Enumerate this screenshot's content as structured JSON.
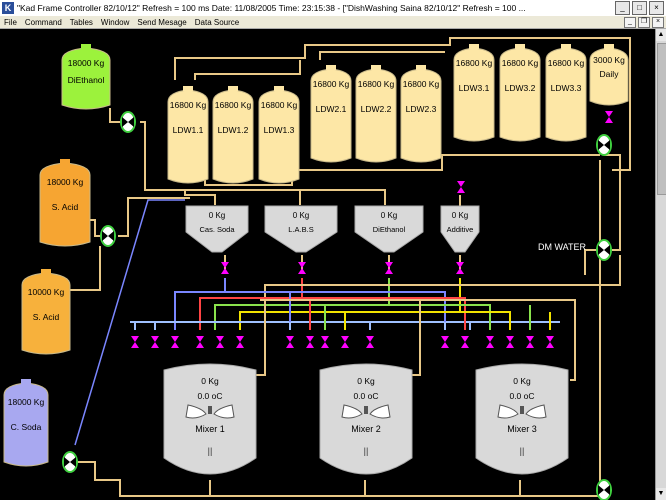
{
  "window": {
    "title": "\"Kad Frame Controller   82/10/12\"     Refresh = 100 ms    Date: 11/08/2005      Time: 23:15:38 - [\"DishWashing Saina    82/10/12\"    Refresh = 100 ...",
    "app_icon": "kad-icon",
    "minimize": "_",
    "maximize": "□",
    "close": "×"
  },
  "menu": [
    "File",
    "Command",
    "Tables",
    "Window",
    "Send Mesage",
    "Data Source"
  ],
  "colors": {
    "background": "#000000",
    "pipe": "#e8c887",
    "tank_cream": "#fde7a6",
    "tank_green": "#9cf23c",
    "tank_orange": "#f6a532",
    "tank_orange_light": "#f7b13c",
    "tank_lavender": "#a8a8f0",
    "tank_grey": "#d9d9d9",
    "valve": "#ff00ff",
    "valve_ring": "#3fcf3f",
    "line_blue": "#7a86ff",
    "line_red": "#ff4444",
    "line_green": "#8ae24c",
    "line_yellow": "#f2e300",
    "line_lightblue": "#9fc0ff"
  },
  "source_tanks": [
    {
      "weight": "18000 Kg",
      "name": "DiEthanol"
    },
    {
      "weight": "18000 Kg",
      "name": "S. Acid"
    },
    {
      "weight": "10000 Kg",
      "name": "S. Acid"
    },
    {
      "weight": "18000 Kg",
      "name": "C. Soda"
    }
  ],
  "ldw_tanks": [
    {
      "weight": "16800 Kg",
      "name": "LDW1.1"
    },
    {
      "weight": "16800 Kg",
      "name": "LDW1.2"
    },
    {
      "weight": "16800 Kg",
      "name": "LDW1.3"
    },
    {
      "weight": "16800 Kg",
      "name": "LDW2.1"
    },
    {
      "weight": "16800 Kg",
      "name": "LDW2.2"
    },
    {
      "weight": "16800 Kg",
      "name": "LDW2.3"
    },
    {
      "weight": "16800 Kg",
      "name": "LDW3.1"
    },
    {
      "weight": "16800 Kg",
      "name": "LDW3.2"
    },
    {
      "weight": "16800 Kg",
      "name": "LDW3.3"
    }
  ],
  "daily_tank": {
    "weight": "3000 Kg",
    "name": "Daily"
  },
  "hoppers": [
    {
      "weight": "0 Kg",
      "name": "Cas. Soda"
    },
    {
      "weight": "0 Kg",
      "name": "L.A.B.S"
    },
    {
      "weight": "0 Kg",
      "name": "DiEthanol"
    },
    {
      "weight": "0 Kg",
      "name": "Additive"
    }
  ],
  "dm_water_label": "DM WATER",
  "mixers": [
    {
      "weight": "0 Kg",
      "temp": "0.0 oC",
      "name": "Mixer 1"
    },
    {
      "weight": "0 Kg",
      "temp": "0.0 oC",
      "name": "Mixer 2"
    },
    {
      "weight": "0 Kg",
      "temp": "0.0 oC",
      "name": "Mixer 3"
    }
  ]
}
